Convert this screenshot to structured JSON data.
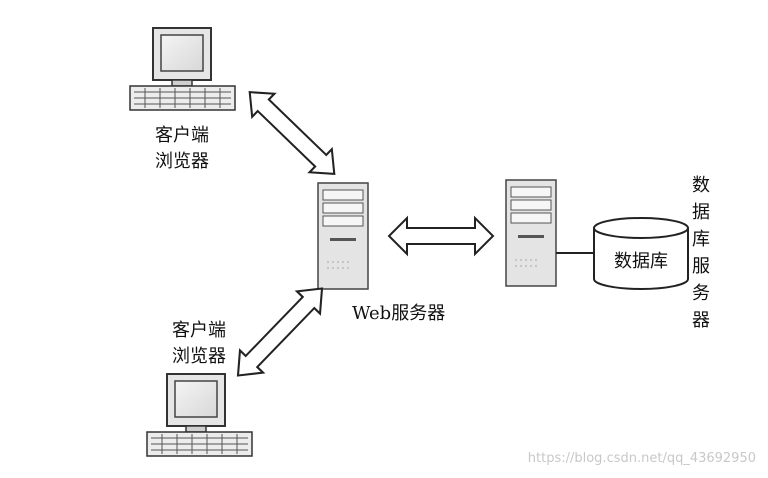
{
  "nodes": {
    "client_top": {
      "label_line1": "客户端",
      "label_line2": "浏览器"
    },
    "client_bottom": {
      "label_line1": "客户端",
      "label_line2": "浏览器"
    },
    "web_server": {
      "label": "Web服务器"
    },
    "database": {
      "label": "数据库"
    },
    "db_server": {
      "label_chars": [
        "数",
        "据",
        "库",
        "服",
        "务",
        "器"
      ]
    }
  },
  "watermark": "https://blog.csdn.net/qq_43692950"
}
